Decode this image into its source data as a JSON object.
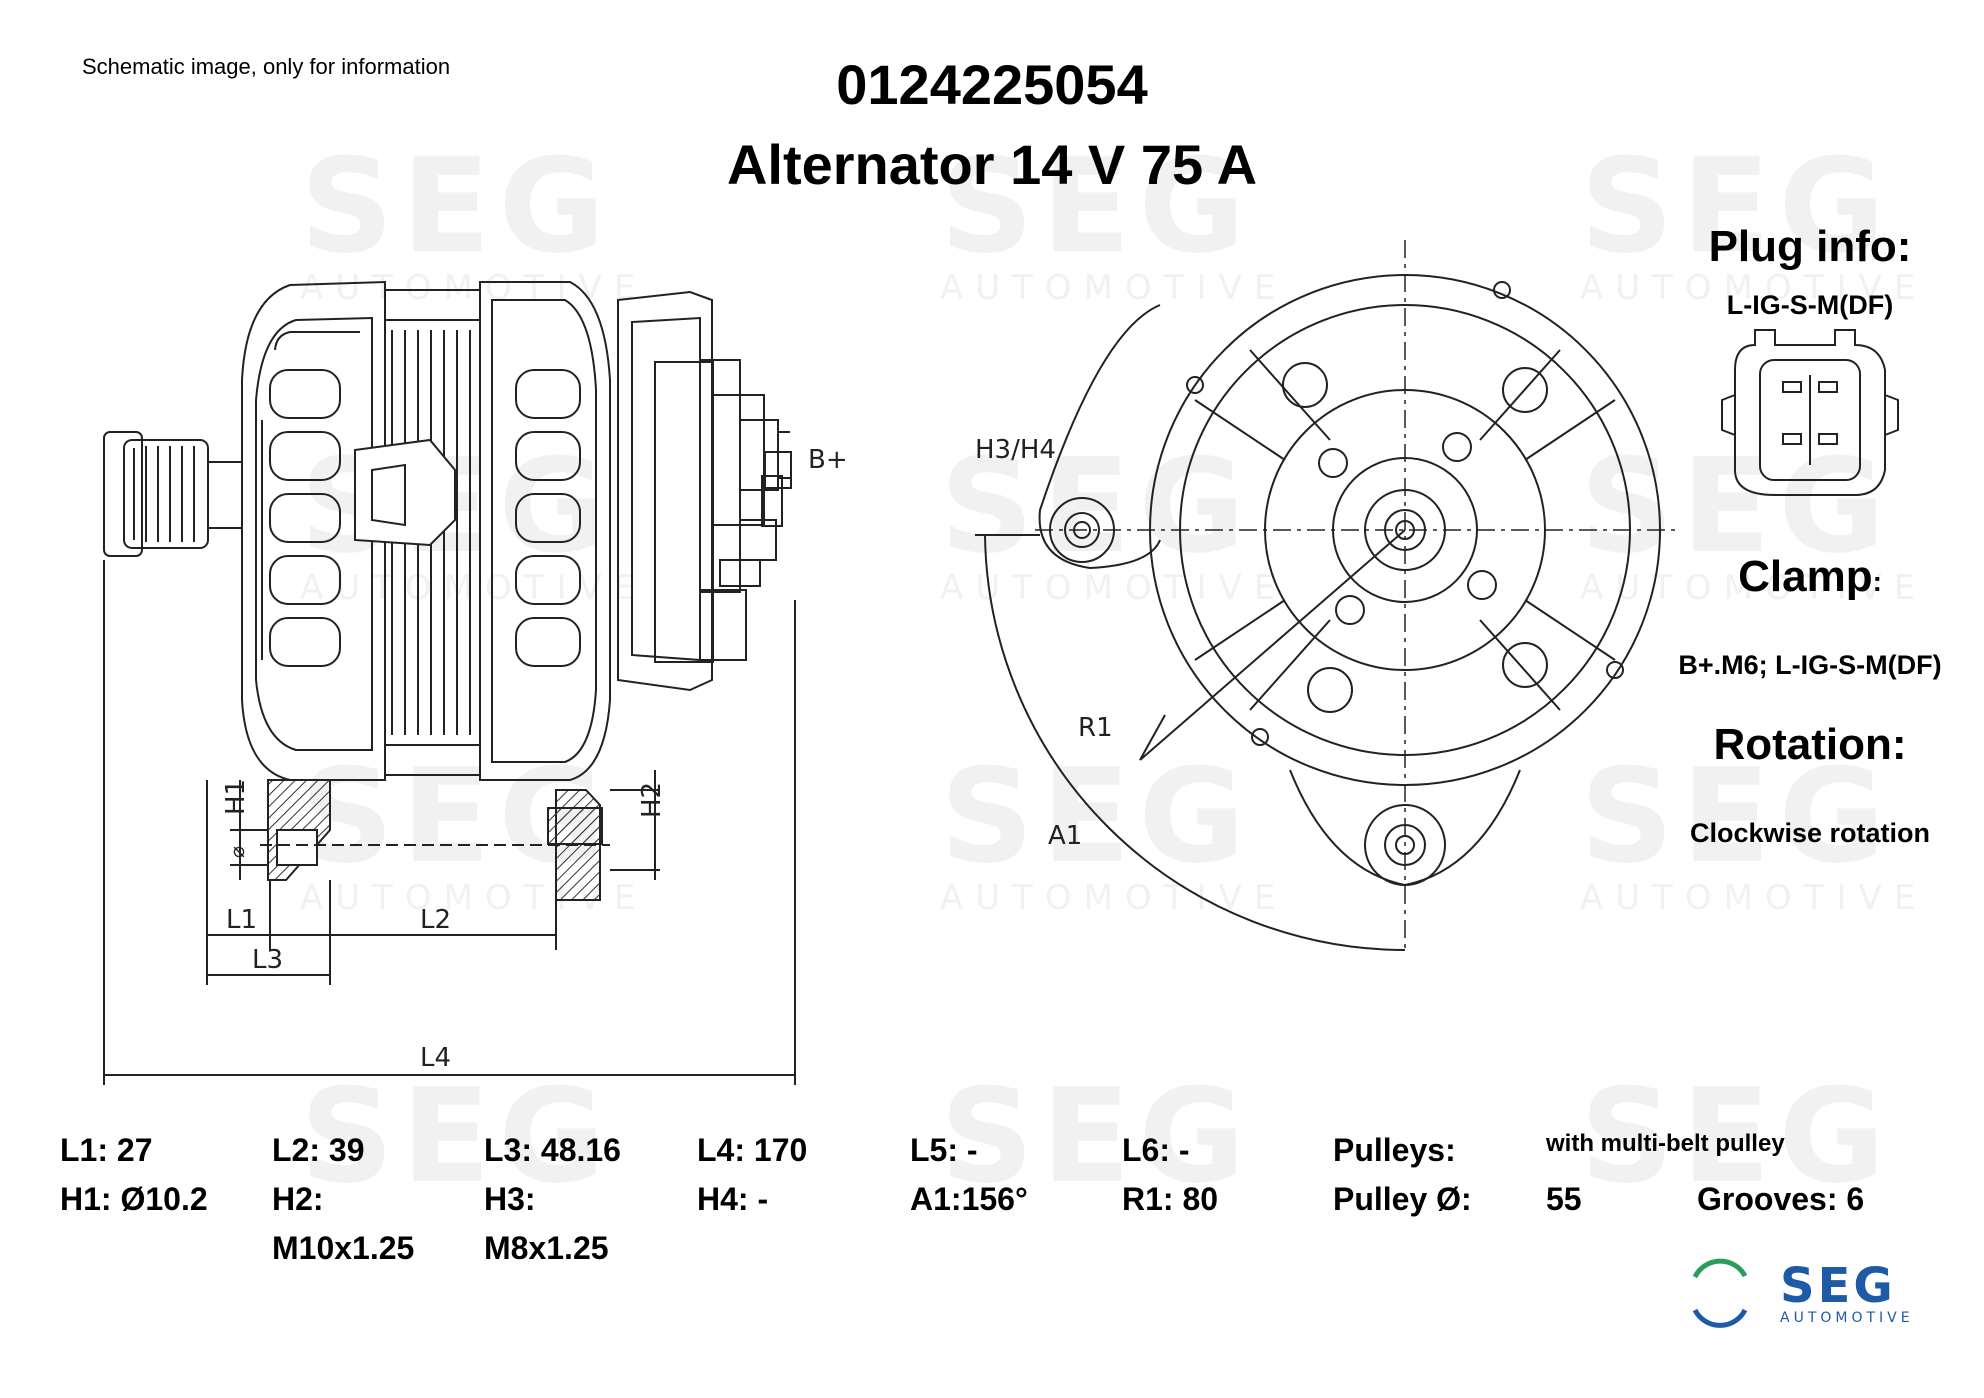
{
  "header": {
    "disclaimer": "Schematic image, only for information",
    "part_number": "0124225054",
    "title": "Alternator 14 V 75 A"
  },
  "side_panel": {
    "plug_info_label": "Plug info:",
    "plug_info_value": "L-IG-S-M(DF)",
    "clamp_label": "Clamp",
    "clamp_colon": ":",
    "clamp_value": "B+.M6; L-IG-S-M(DF)",
    "rotation_label": "Rotation:",
    "rotation_value": "Clockwise rotation"
  },
  "drawing_labels": {
    "b_plus": "B+",
    "h1": "H1",
    "h2": "H2",
    "phi": "⌀",
    "l1": "L1",
    "l2": "L2",
    "l3": "L3",
    "l4": "L4",
    "h3h4": "H3/H4",
    "r1": "R1",
    "a1": "A1"
  },
  "specs": {
    "l1": "L1: 27",
    "l2": "L2: 39",
    "l3": "L3: 48.16",
    "l4": "L4: 170",
    "l5": "L5: -",
    "l6": "L6: -",
    "pulleys_label": "Pulleys:",
    "pulleys_value": "with multi-belt pulley",
    "h1": "H1: Ø10.2",
    "h2_label": "H2:",
    "h2_value": "M10x1.25",
    "h3_label": "H3:",
    "h3_value": "M8x1.25",
    "h4": "H4: -",
    "a1": "A1:156°",
    "r1": "R1: 80",
    "pulley_dia_label": "Pulley Ø:",
    "pulley_dia_value": "55",
    "grooves": "Grooves: 6"
  },
  "watermark": {
    "brand": "SEG",
    "sub": "AUTOMOTIVE"
  },
  "logo": {
    "brand": "SEG",
    "sub": "AUTOMOTIVE",
    "color_blue": "#1f5aa6",
    "color_green": "#2a9d5c"
  }
}
